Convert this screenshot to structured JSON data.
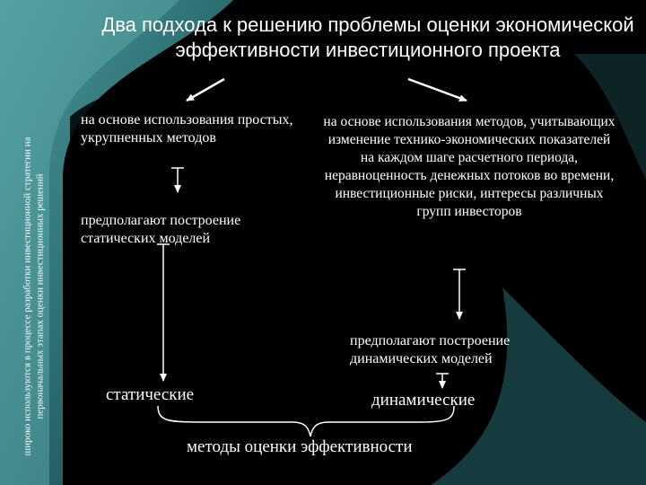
{
  "title": "Два подхода к решению проблемы оценки экономической эффективности инвестиционного проекта",
  "side_note": "широко используются в процессе разработки инвестиционной стратегии на первоначальных этапах оценки инвестиционных решений",
  "left": {
    "method": "на основе использования простых, укрупненных методов",
    "model": "предполагают построение статических моделей",
    "result": "статические"
  },
  "right": {
    "method": "на основе использования методов, учитывающих изменение технико-экономических показателей на каждом шаге расчетного периода, неравноценность денежных потоков во времени, инвестиционные риски, интересы различных групп инвесторов",
    "model": "предполагают построение динамических моделей",
    "result": "динамические"
  },
  "bottom": "методы оценки эффективности",
  "colors": {
    "background": "#000000",
    "teal": "#3f8f8f",
    "dark_teal": "#1c4a4f",
    "text": "#ffffff"
  }
}
